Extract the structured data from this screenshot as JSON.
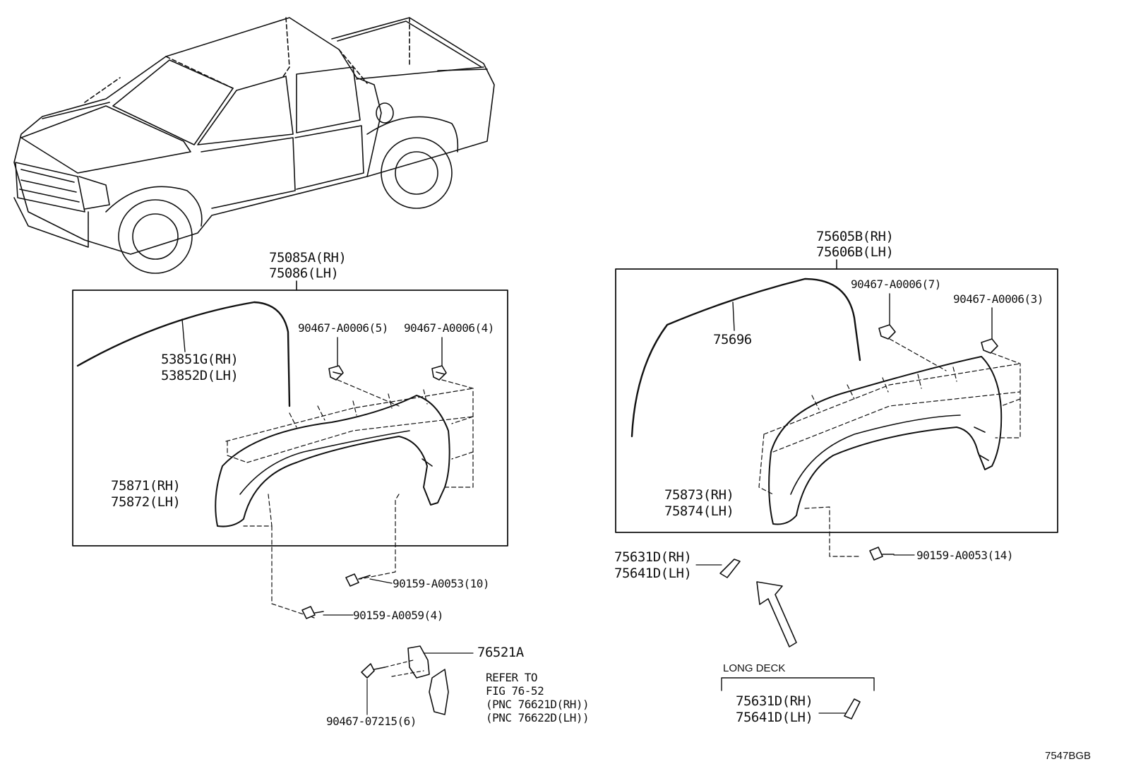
{
  "labels": {
    "assy_left_rh": "75085A(RH)",
    "assy_left_lh": "75086(LH)",
    "moulding_rh": "53851G(RH)",
    "moulding_lh": "53852D(LH)",
    "clip_a": "90467-A0006(5)",
    "clip_b": "90467-A0006(4)",
    "flare_front_rh": "75871(RH)",
    "flare_front_lh": "75872(LH)",
    "screw_a": "90159-A0053(10)",
    "screw_b": "90159-A0059(4)",
    "mudguard": "76521A",
    "clip_c": "90467-07215(6)",
    "refer_1": "REFER TO",
    "refer_2": "FIG 76-52",
    "refer_3": "(PNC 76621D(RH))",
    "refer_4": "(PNC 76622D(LH))",
    "assy_right_rh": "75605B(RH)",
    "assy_right_lh": "75606B(LH)",
    "clip_d": "90467-A0006(7)",
    "clip_e": "90467-A0006(3)",
    "moulding_rear": "75696",
    "flare_rear_rh": "75873(RH)",
    "flare_rear_lh": "75874(LH)",
    "screw_c": "90159-A0053(14)",
    "pad_rh": "75631D(RH)",
    "pad_lh": "75641D(LH)",
    "long_deck": "LONG DECK",
    "pad2_rh": "75631D(RH)",
    "pad2_lh": "75641D(LH)",
    "figure_code": "7547BGB"
  }
}
